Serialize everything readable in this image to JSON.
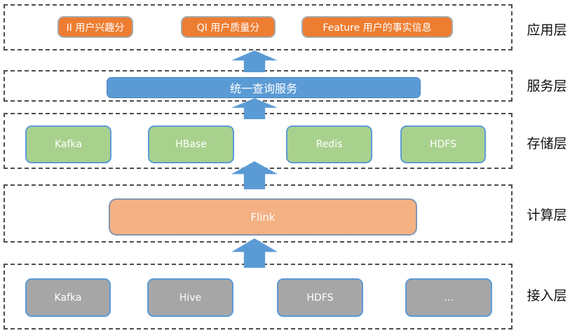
{
  "diagram": {
    "type": "layered-architecture",
    "colors": {
      "app_box": "#ED7D31",
      "service_box": "#5B9BD5",
      "storage_box": "#A9D18E",
      "compute_box": "#F4B183",
      "access_box": "#A6A6A6",
      "arrow": "#5B9BD5",
      "dashed_border": "#4d4d4d",
      "box_text": "#ffffff",
      "label_text": "#111111"
    },
    "layers": [
      {
        "label": "应用层",
        "boxes": [
          "II 用户兴趣分",
          "QI 用户质量分",
          "Feature 用户的事实信息"
        ]
      },
      {
        "label": "服务层",
        "boxes": [
          "统一查询服务"
        ]
      },
      {
        "label": "存储层",
        "boxes": [
          "Kafka",
          "HBase",
          "Redis",
          "HDFS"
        ]
      },
      {
        "label": "计算层",
        "boxes": [
          "Flink"
        ]
      },
      {
        "label": "接入层",
        "boxes": [
          "Kafka",
          "Hive",
          "HDFS",
          "..."
        ]
      }
    ]
  }
}
